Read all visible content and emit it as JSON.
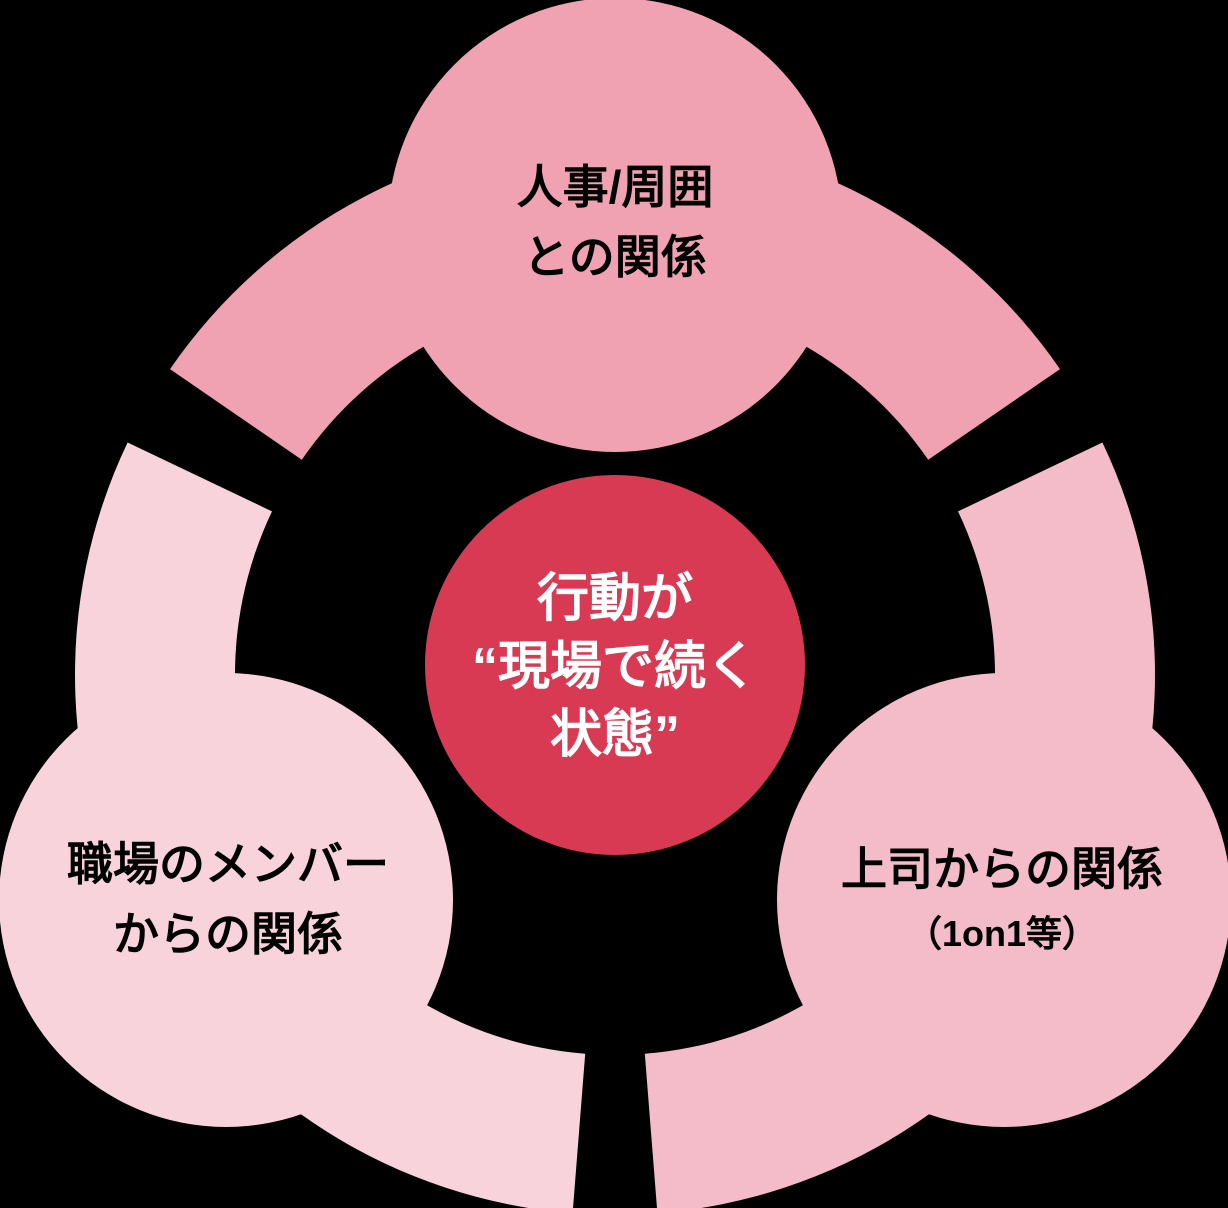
{
  "diagram": {
    "background": "#000000",
    "label_text_color": "#000000",
    "center": {
      "color": "#d93a53",
      "text_color": "#ffffff",
      "lines": [
        "行動が",
        "“現場で続く",
        "状態”"
      ]
    },
    "nodes": [
      {
        "id": "hr-and-surroundings",
        "color": "#f0a2b2",
        "lines": [
          "人事/周囲",
          "との関係"
        ]
      },
      {
        "id": "workplace-members",
        "color": "#f8d3dc",
        "lines": [
          "職場のメンバー",
          "からの関係"
        ]
      },
      {
        "id": "manager-relationship",
        "color": "#f3bcc8",
        "lines": [
          "上司からの関係"
        ],
        "sub": "（1on1等）"
      }
    ]
  }
}
